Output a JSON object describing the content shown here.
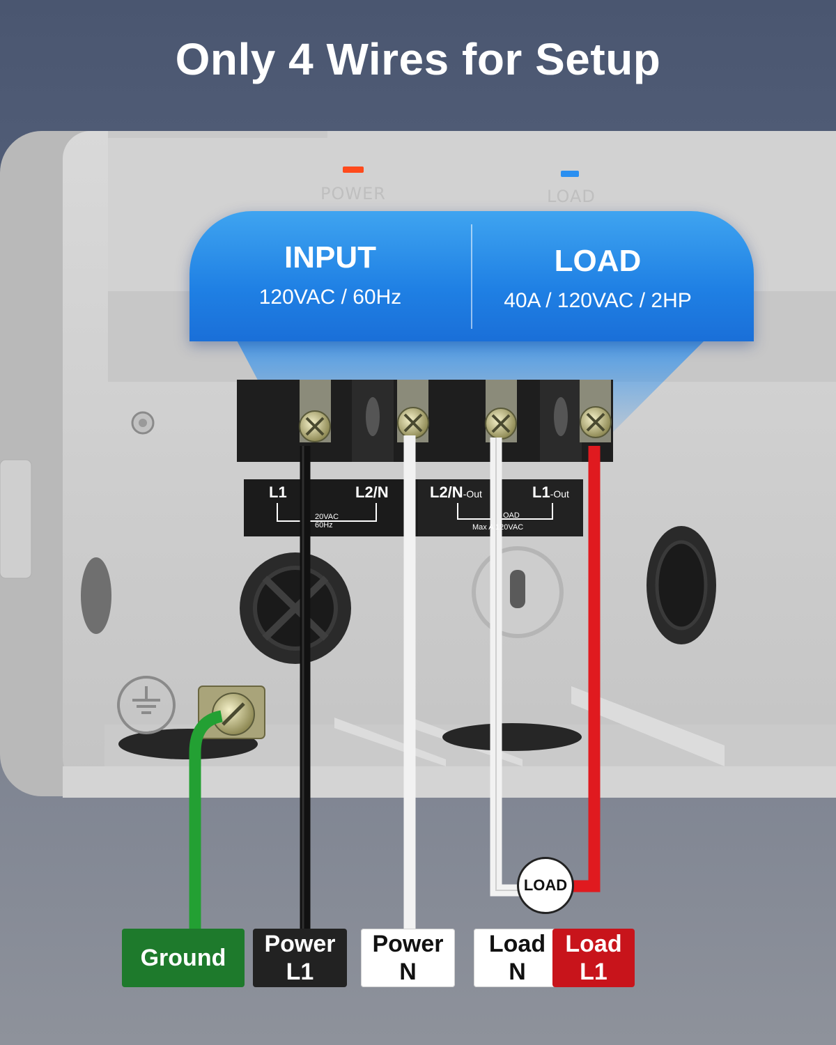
{
  "headline": "Only 4 Wires for Setup",
  "panel": {
    "power_indicator": "POWER",
    "load_indicator": "LOAD"
  },
  "specs": {
    "input_title": "INPUT",
    "input_value": "120VAC / 60Hz",
    "load_title": "LOAD",
    "load_value": "40A / 120VAC / 2HP"
  },
  "terminal_strip": {
    "l1": "L1",
    "l2n": "L2/N",
    "l2n_out": "L2/N",
    "l2n_out_suffix": "-Out",
    "l1_out": "L1",
    "l1_out_suffix": "-Out",
    "input_small_1": "20VAC",
    "input_small_2": "60Hz",
    "load_small_1": "OAD",
    "load_small_2": "Max A 120VAC"
  },
  "load_badge": "LOAD",
  "legend": [
    {
      "line1": "Ground",
      "line2": "",
      "bg": "#1e7a2c",
      "fg": "#ffffff"
    },
    {
      "line1": "Power",
      "line2": "L1",
      "bg": "#222222",
      "fg": "#ffffff"
    },
    {
      "line1": "Power",
      "line2": "N",
      "bg": "#ffffff",
      "fg": "#111111"
    },
    {
      "line1": "Load",
      "line2": "N",
      "bg": "#ffffff",
      "fg": "#111111"
    },
    {
      "line1": "Load",
      "line2": "L1",
      "bg": "#c8141b",
      "fg": "#ffffff"
    }
  ],
  "colors": {
    "ground_wire": "#23a033",
    "power_l1_wire": "#111111",
    "neutral_wire": "#f2f2f2",
    "load_l1_wire": "#e01a1f",
    "accent_blue": "#1f80e4"
  }
}
